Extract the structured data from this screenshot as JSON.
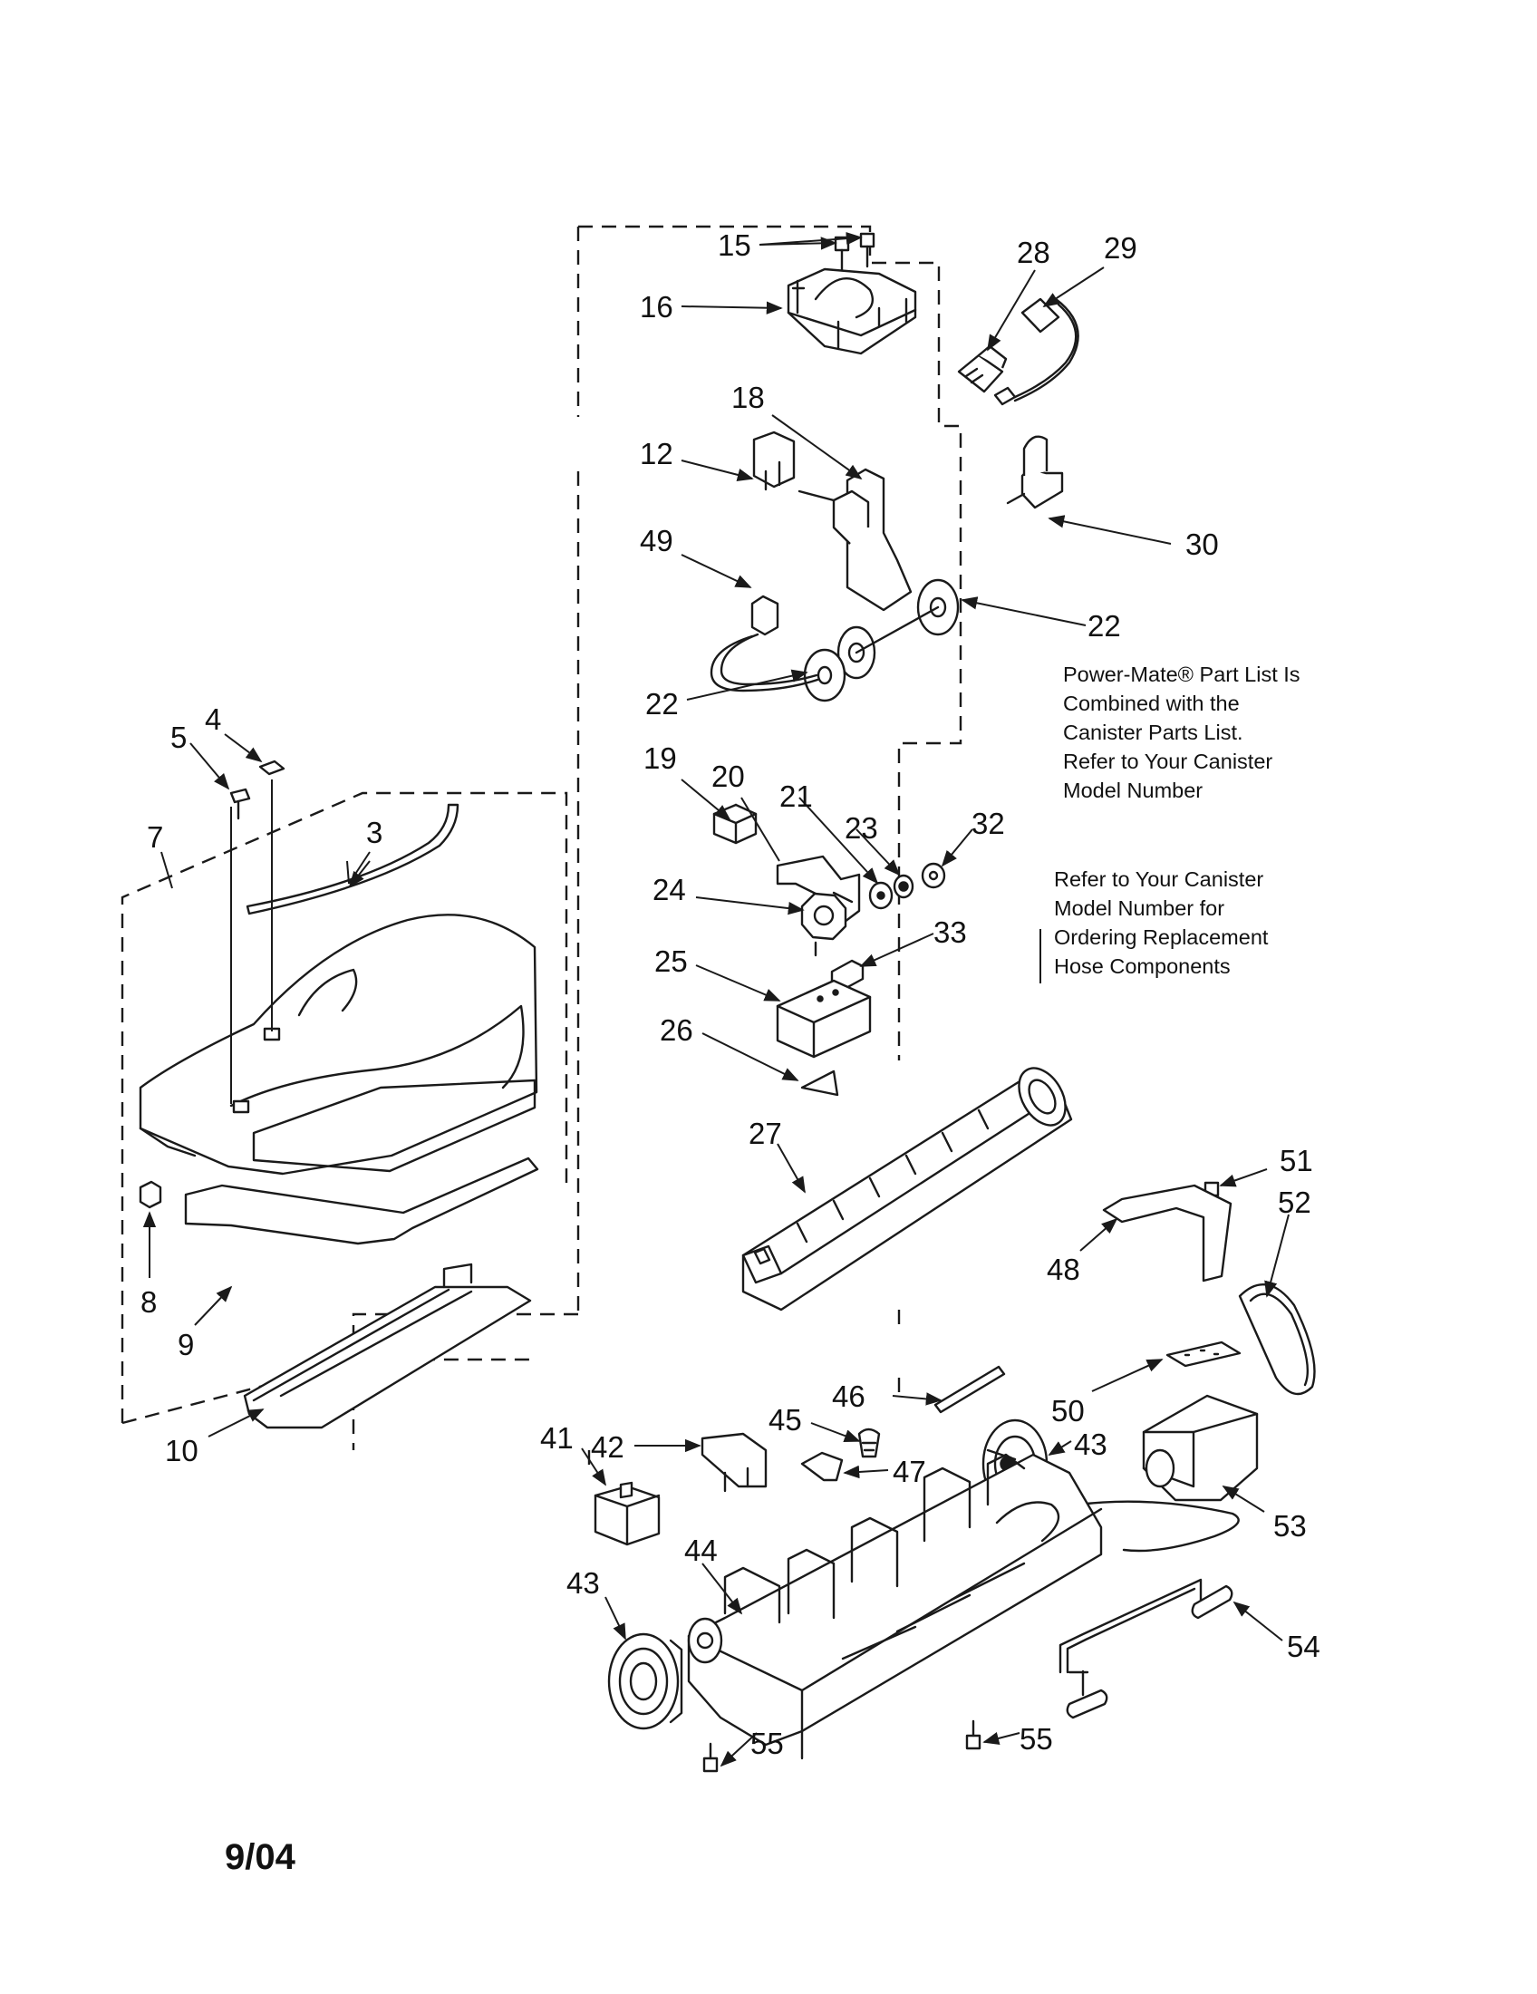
{
  "notes": {
    "powermate_lines": [
      "Power-Mate® Part List Is",
      "Combined with the",
      "Canister Parts List.",
      "Refer to Your Canister",
      "Model Number"
    ],
    "hose_lines": [
      "Refer to Your Canister",
      "Model Number for",
      "Ordering Replacement",
      "Hose Components"
    ]
  },
  "date_code": "9/04",
  "callouts": {
    "c15": "15",
    "c16": "16",
    "c28": "28",
    "c29": "29",
    "c18": "18",
    "c12": "12",
    "c49": "49",
    "c30": "30",
    "c22a": "22",
    "c22b": "22",
    "c19": "19",
    "c20": "20",
    "c21": "21",
    "c23": "23",
    "c32": "32",
    "c24": "24",
    "c33": "33",
    "c25": "25",
    "c26": "26",
    "c27": "27",
    "c4": "4",
    "c5": "5",
    "c3": "3",
    "c7": "7",
    "c8": "8",
    "c9": "9",
    "c10": "10",
    "c51": "51",
    "c52": "52",
    "c48": "48",
    "c46": "46",
    "c50": "50",
    "c45": "45",
    "c41": "41",
    "c42": "42",
    "c43a": "43",
    "c47": "47",
    "c53": "53",
    "c44": "44",
    "c43b": "43",
    "c54": "54",
    "c55a": "55",
    "c55b": "55"
  }
}
